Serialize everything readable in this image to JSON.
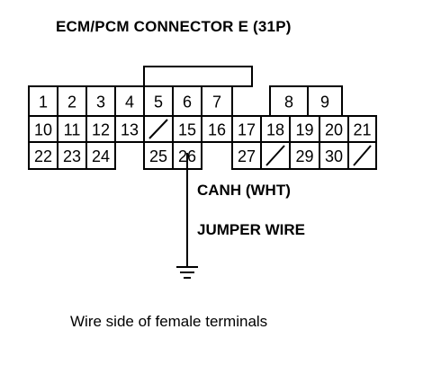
{
  "title": "ECM/PCM CONNECTOR E (31P)",
  "pins": {
    "row1": [
      "1",
      "2",
      "3",
      "4",
      "5",
      "6",
      "7",
      "",
      "8",
      "9"
    ],
    "row2": [
      "10",
      "11",
      "12",
      "13",
      "",
      "15",
      "16",
      "17",
      "18",
      "19",
      "20",
      "21"
    ],
    "row3": [
      "22",
      "23",
      "24",
      "",
      "25",
      "26",
      "",
      "27",
      "",
      "29",
      "30",
      ""
    ]
  },
  "wire_label": "CANH (WHT)",
  "jumper_label": "JUMPER WIRE",
  "caption": "Wire side of female terminals"
}
